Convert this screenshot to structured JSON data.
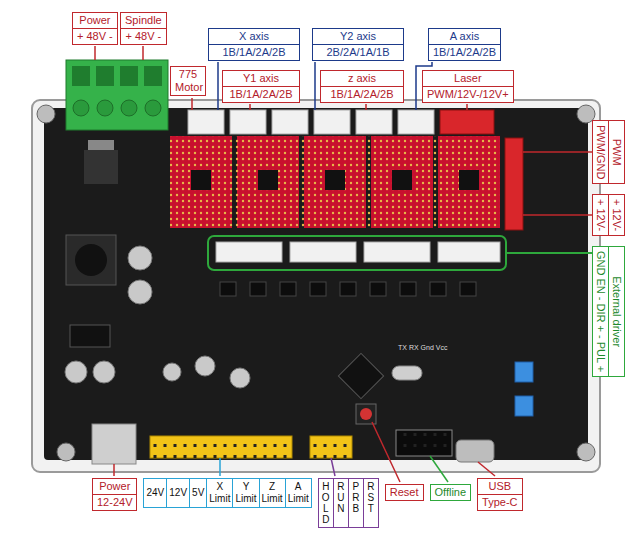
{
  "diagram": {
    "nodes": [
      {
        "text": [
          "Power",
          "+ 48V -"
        ]
      },
      {
        "text": [
          "Spindle",
          "+ 48V -"
        ]
      },
      {
        "text": [
          "775 Motor"
        ]
      },
      {
        "text": [
          "X axis",
          "1B/1A/2A/2B"
        ]
      },
      {
        "text": [
          "Y2 axis",
          "2B/2A/1A/1B"
        ]
      },
      {
        "text": [
          "A axis",
          "1B/1A/2A/2B"
        ]
      },
      {
        "text": [
          "Y1 axis",
          "1B/1A/2A/2B"
        ]
      },
      {
        "text": [
          "z axis",
          "1B/1A/2A/2B"
        ]
      },
      {
        "text": [
          "Laser",
          "PWM/12V-/12V+"
        ]
      },
      {
        "text": [
          "PWM",
          "PWM/GND"
        ]
      },
      {
        "text": [
          "+ 12V-",
          "+ 12V-"
        ]
      },
      {
        "text": [
          "External driver",
          "GND EN - DIR + - PUL +"
        ]
      },
      {
        "text": [
          "Power",
          "12-24V"
        ]
      },
      {
        "text": [
          "24V",
          "12V",
          "5V",
          "X Limit",
          "Y Limit",
          "Z Limit",
          "A Limit"
        ]
      },
      {
        "text": [
          "HOLD",
          "RUN",
          "PRB",
          "RST"
        ]
      },
      {
        "text": [
          "Reset"
        ]
      },
      {
        "text": [
          "Offline"
        ]
      },
      {
        "text": [
          "USB",
          "Type-C"
        ]
      }
    ],
    "labels": [
      "TX RX Gnd Vcc"
    ]
  }
}
